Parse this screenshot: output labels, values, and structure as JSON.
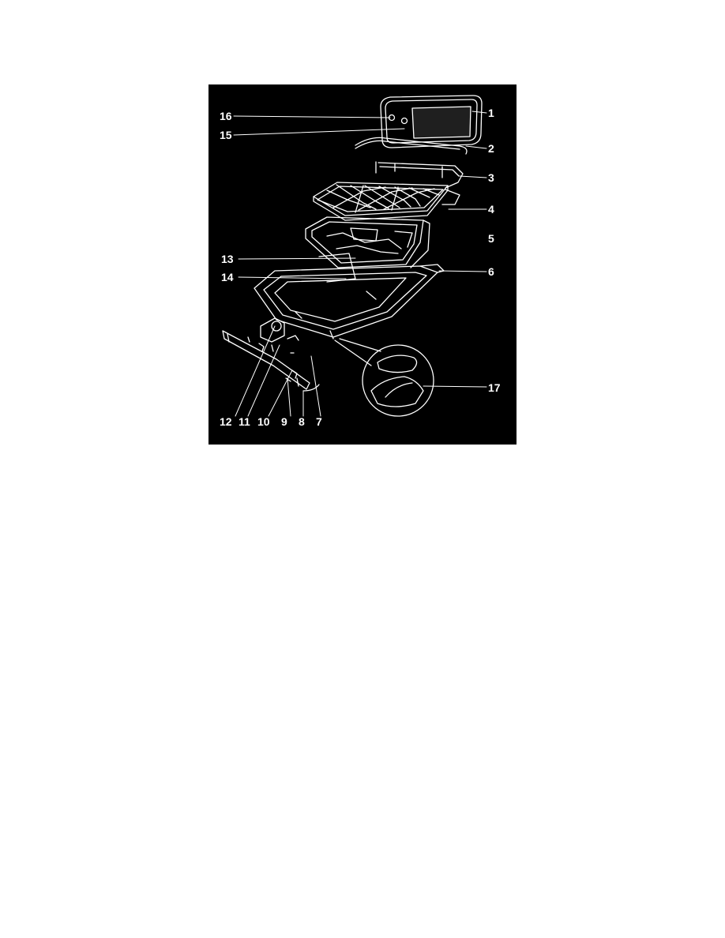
{
  "figure": {
    "background": "#000000",
    "line_color": "#ffffff",
    "callouts": {
      "c1": "1",
      "c2": "2",
      "c3": "3",
      "c4": "4",
      "c5": "5",
      "c6": "6",
      "c7": "7",
      "c8": "8",
      "c9": "9",
      "c10": "10",
      "c11": "11",
      "c12": "12",
      "c13": "13",
      "c14": "14",
      "c15": "15",
      "c16": "16",
      "c17": "17"
    }
  }
}
